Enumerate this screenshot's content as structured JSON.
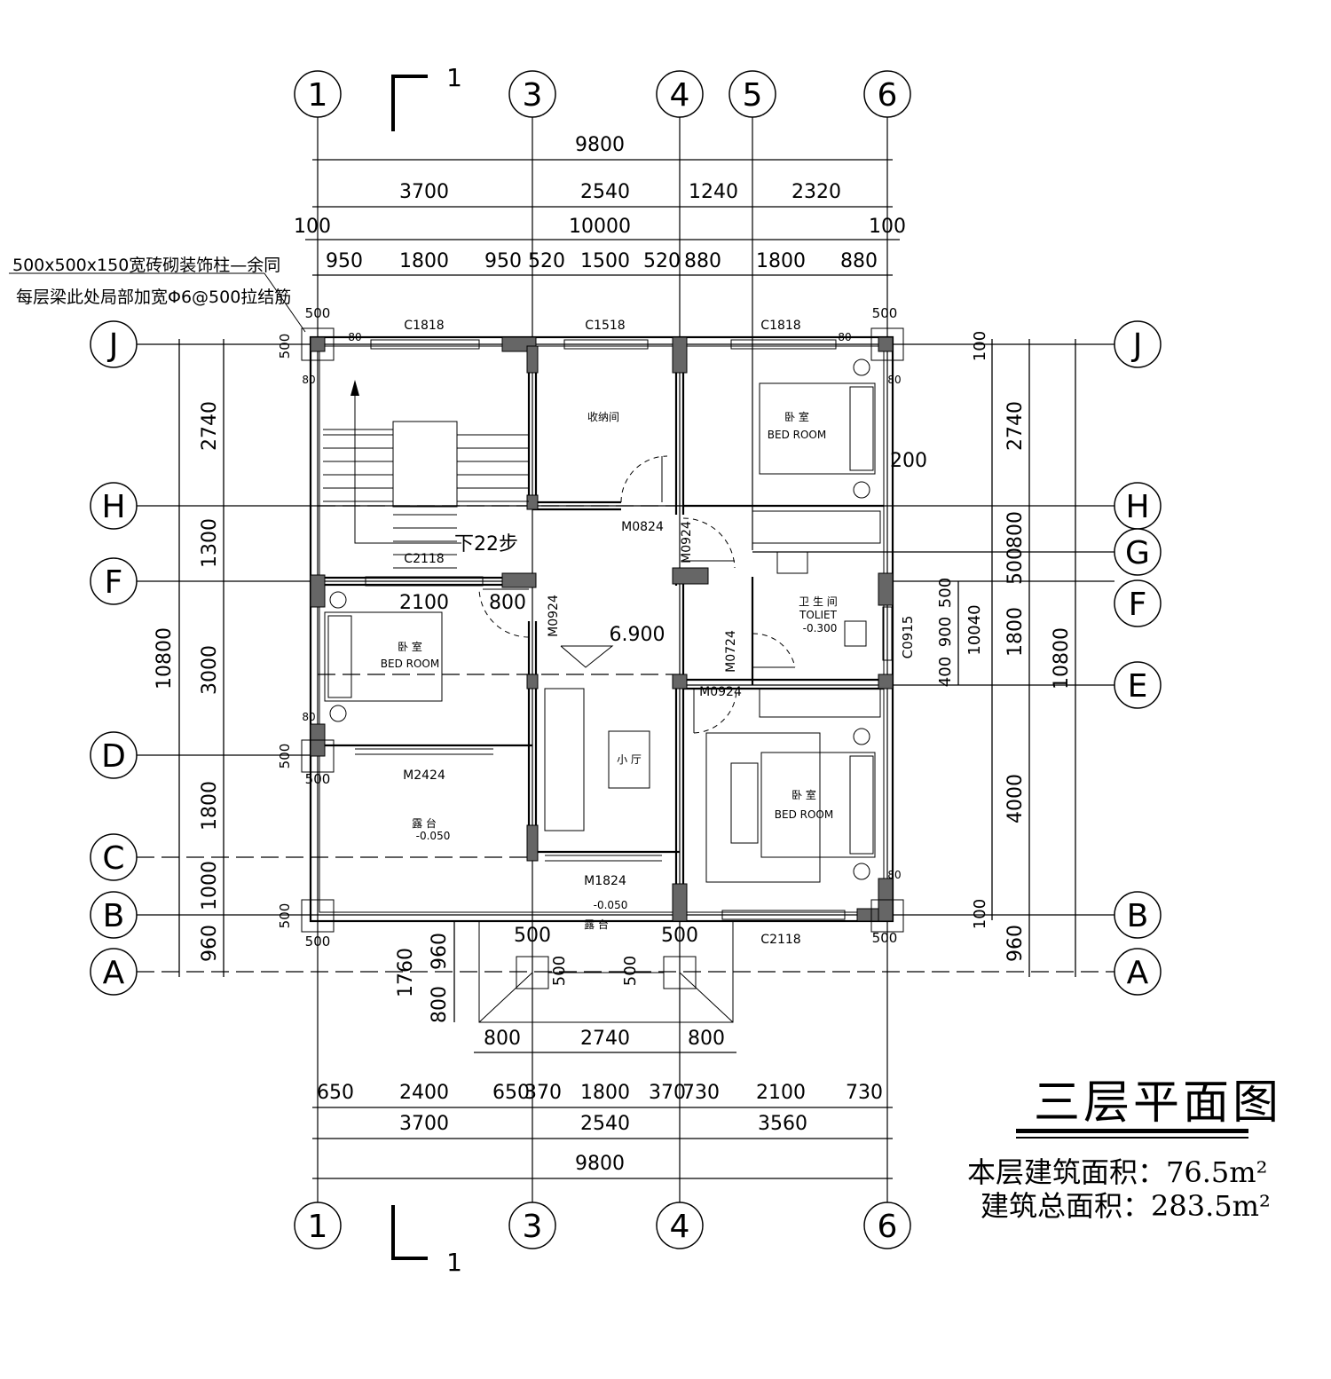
{
  "grid_axes": {
    "vertical_top": [
      "1",
      "3",
      "4",
      "5",
      "6"
    ],
    "vertical_bottom": [
      "1",
      "3",
      "4",
      "6"
    ],
    "horizontal": [
      "J",
      "H",
      "G",
      "F",
      "E",
      "D",
      "C",
      "B",
      "A"
    ]
  },
  "section_mark": "1",
  "dimensions": {
    "top_overall": "9800",
    "top_bays": [
      "3700",
      "2540",
      "1240",
      "2320"
    ],
    "top_outer": [
      "100",
      "10000",
      "100"
    ],
    "top_openings": [
      "950",
      "1800",
      "950",
      "520",
      "1500",
      "520",
      "880",
      "1800",
      "880"
    ],
    "bottom_openings": [
      "650",
      "2400",
      "650",
      "370",
      "1800",
      "370",
      "730",
      "2100",
      "730"
    ],
    "bottom_bays": [
      "3700",
      "2540",
      "3560"
    ],
    "bottom_overall": "9800",
    "left_segments": [
      "2740",
      "1300",
      "3000",
      "1800",
      "1000",
      "960"
    ],
    "left_overall": "10800",
    "right_segments": [
      "2740",
      "800",
      "500",
      "1800",
      "4000",
      "960"
    ],
    "right_overall": "10800",
    "right_small": [
      "100",
      "100"
    ],
    "toilet_stack": [
      "500",
      "900",
      "400"
    ],
    "toilet_total": "10040",
    "toilet_window": "C0915",
    "porch_top": [
      "500",
      "500"
    ],
    "porch_side": [
      "500",
      "500"
    ],
    "porch_left": [
      "1760",
      "960",
      "800"
    ],
    "porch_bottom": [
      "800",
      "2740",
      "800"
    ],
    "column_size": "500",
    "small_80": "80",
    "misc_200": "200",
    "misc_2100": "2100",
    "misc_800": "800"
  },
  "windows": [
    "C1818",
    "C1518",
    "C1818",
    "C2118",
    "C2118"
  ],
  "doors": [
    "M0824",
    "M0924",
    "M0924",
    "M0724",
    "M0924",
    "M2424",
    "M1824"
  ],
  "rooms": {
    "storage": "收纳间",
    "bedroom_cn": "卧 室",
    "bedroom_en": "BED ROOM",
    "toilet_cn": "卫 生 间",
    "toilet_en": "TOLIET",
    "toilet_level": "-0.300",
    "small_hall": "小 厅",
    "terrace": "露 台",
    "terrace_level": "-0.050",
    "floor_level": "6.900",
    "stair_note": "下22步"
  },
  "notes": {
    "line1": "500x500x150宽砖砌装饰柱—余同",
    "line2": "每层梁此处局部加宽Φ6@500拉结筋"
  },
  "title": "三层平面图",
  "area_floor": "本层建筑面积：76.5m²",
  "area_total": "建筑总面积：283.5m²"
}
